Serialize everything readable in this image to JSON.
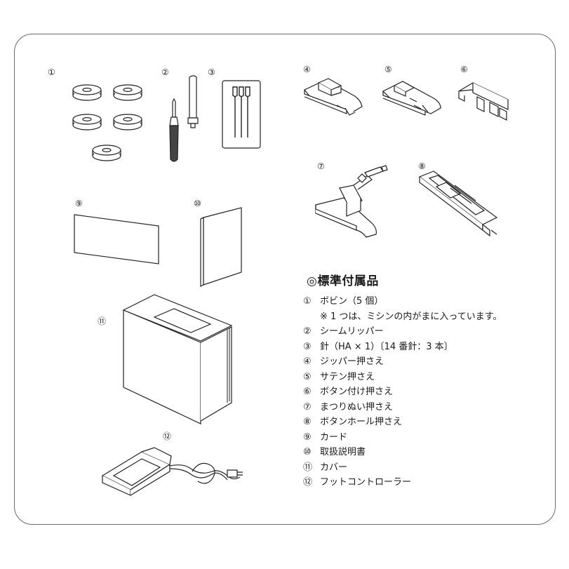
{
  "title": "◎標準付属品",
  "callouts": [
    "①",
    "②",
    "③",
    "④",
    "⑤",
    "⑥",
    "⑦",
    "⑧",
    "⑨",
    "⑩",
    "⑪",
    "⑫"
  ],
  "list": [
    {
      "marker": "①",
      "text": "ボビン（5 個）"
    },
    {
      "marker": "",
      "text": "※ 1 つは、ミシンの内がまに入っています。"
    },
    {
      "marker": "②",
      "text": "シームリッパー"
    },
    {
      "marker": "③",
      "text": "針（HA × 1）〔14 番針：3 本〕"
    },
    {
      "marker": "④",
      "text": "ジッパー押さえ"
    },
    {
      "marker": "⑤",
      "text": "サテン押さえ"
    },
    {
      "marker": "⑥",
      "text": "ボタン付け押さえ"
    },
    {
      "marker": "⑦",
      "text": "まつりぬい押さえ"
    },
    {
      "marker": "⑧",
      "text": "ボタンホール押さえ"
    },
    {
      "marker": "⑨",
      "text": "カード"
    },
    {
      "marker": "⑩",
      "text": "取扱説明書"
    },
    {
      "marker": "⑪",
      "text": "カバー"
    },
    {
      "marker": "⑫",
      "text": "フットコントローラー"
    }
  ]
}
